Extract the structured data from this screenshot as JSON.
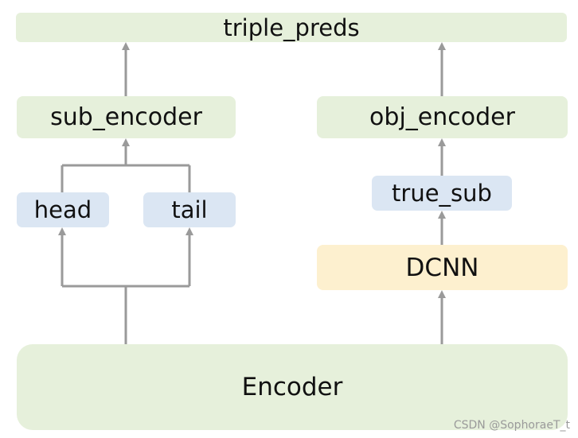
{
  "nodes": {
    "triple_preds": "triple_preds",
    "sub_encoder": "sub_encoder",
    "obj_encoder": "obj_encoder",
    "head": "head",
    "tail": "tail",
    "true_sub": "true_sub",
    "dcnn": "DCNN",
    "encoder": "Encoder"
  },
  "colors": {
    "green": "#e6f0db",
    "blue": "#dbe6f3",
    "yellow": "#fdf0cf",
    "arrow": "#9a9a9a"
  },
  "watermark": "CSDN @SophoraeT_t"
}
